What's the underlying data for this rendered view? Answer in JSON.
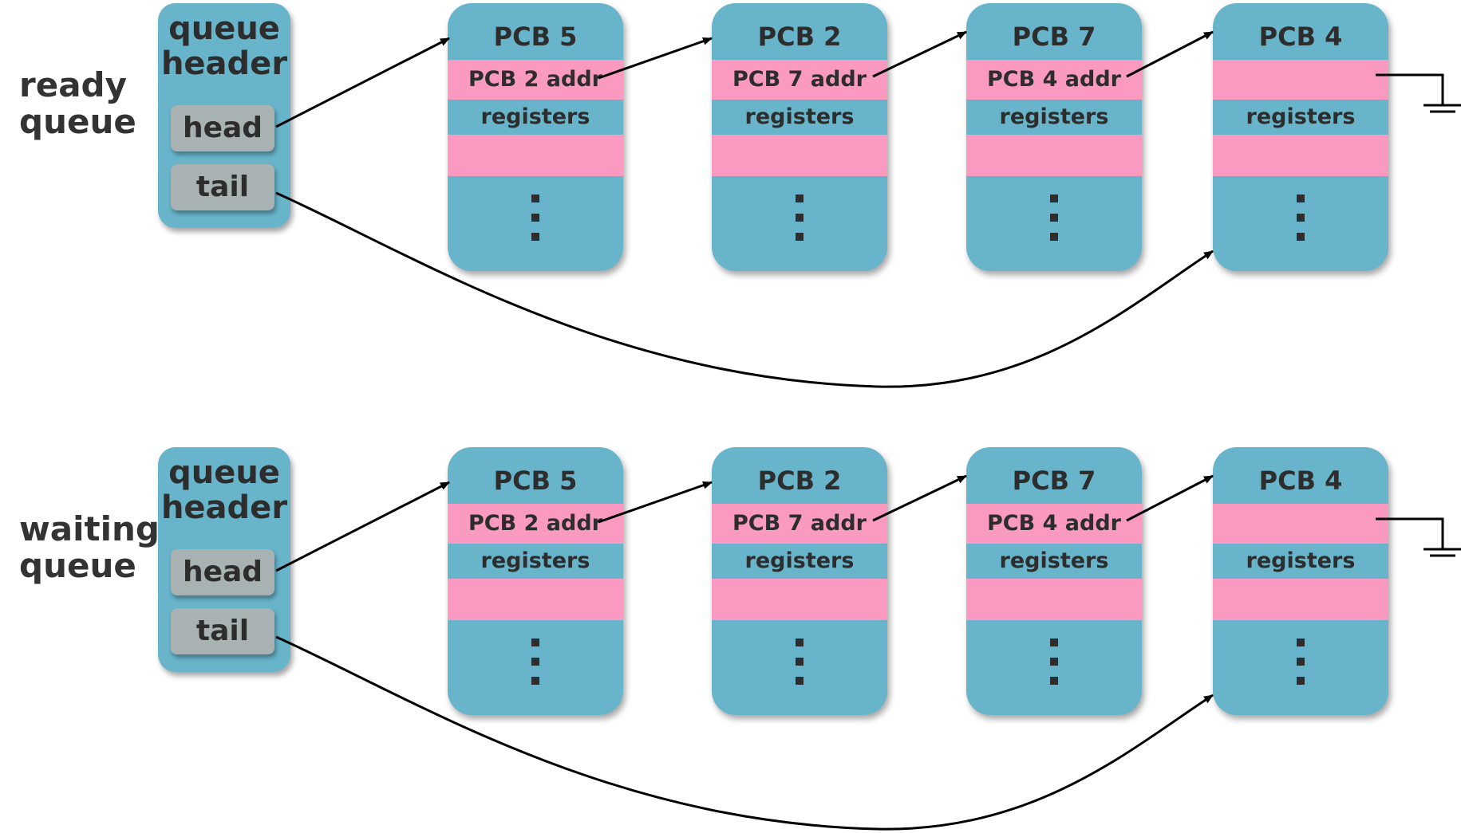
{
  "queues": [
    {
      "label_lines": [
        "ready",
        "queue"
      ],
      "header": {
        "title_lines": [
          "queue",
          "header"
        ],
        "head_label": "head",
        "tail_label": "tail"
      },
      "pcbs": [
        {
          "title": "PCB 5",
          "next": "PCB 2 addr",
          "registers": "registers"
        },
        {
          "title": "PCB 2",
          "next": "PCB 7 addr",
          "registers": "registers"
        },
        {
          "title": "PCB 7",
          "next": "PCB 4 addr",
          "registers": "registers"
        },
        {
          "title": "PCB 4",
          "next": "",
          "registers": "registers"
        }
      ]
    },
    {
      "label_lines": [
        "waiting",
        "queue"
      ],
      "header": {
        "title_lines": [
          "queue",
          "header"
        ],
        "head_label": "head",
        "tail_label": "tail"
      },
      "pcbs": [
        {
          "title": "PCB 5",
          "next": "PCB 2 addr",
          "registers": "registers"
        },
        {
          "title": "PCB 2",
          "next": "PCB 7 addr",
          "registers": "registers"
        },
        {
          "title": "PCB 7",
          "next": "PCB 4 addr",
          "registers": "registers"
        },
        {
          "title": "PCB 4",
          "next": "",
          "registers": "registers"
        }
      ]
    }
  ],
  "colors": {
    "pcb_body": "#68b5cb",
    "pcb_field": "#fa9ac0",
    "pointer_box": "#a9b2b2",
    "arrow": "#000000"
  }
}
